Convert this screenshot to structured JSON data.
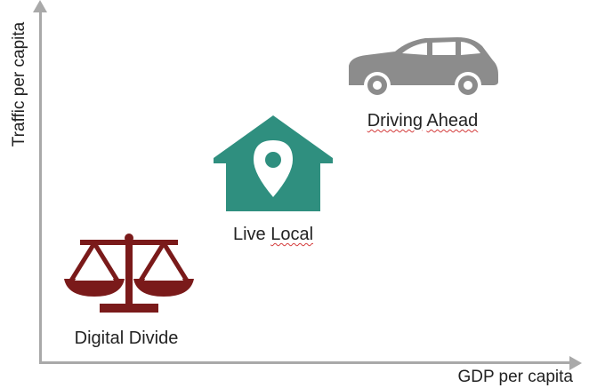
{
  "axes": {
    "x_label": "GDP per capita",
    "y_label": "Traffic per capita"
  },
  "scenarios": [
    {
      "name": "Driving Ahead",
      "icon": "car-icon",
      "color": "#8c8c8c"
    },
    {
      "name": "Live Local",
      "icon": "house-pin-icon",
      "color": "#2f8f7f"
    },
    {
      "name": "Digital Divide",
      "icon": "scales-icon",
      "color": "#7a1a1a"
    }
  ],
  "labels": {
    "driving_ahead_word1": "Driving",
    "driving_ahead_word2": "Ahead",
    "live_local_word1": "Live",
    "live_local_word2": "Local",
    "digital_divide": "Digital Divide"
  }
}
